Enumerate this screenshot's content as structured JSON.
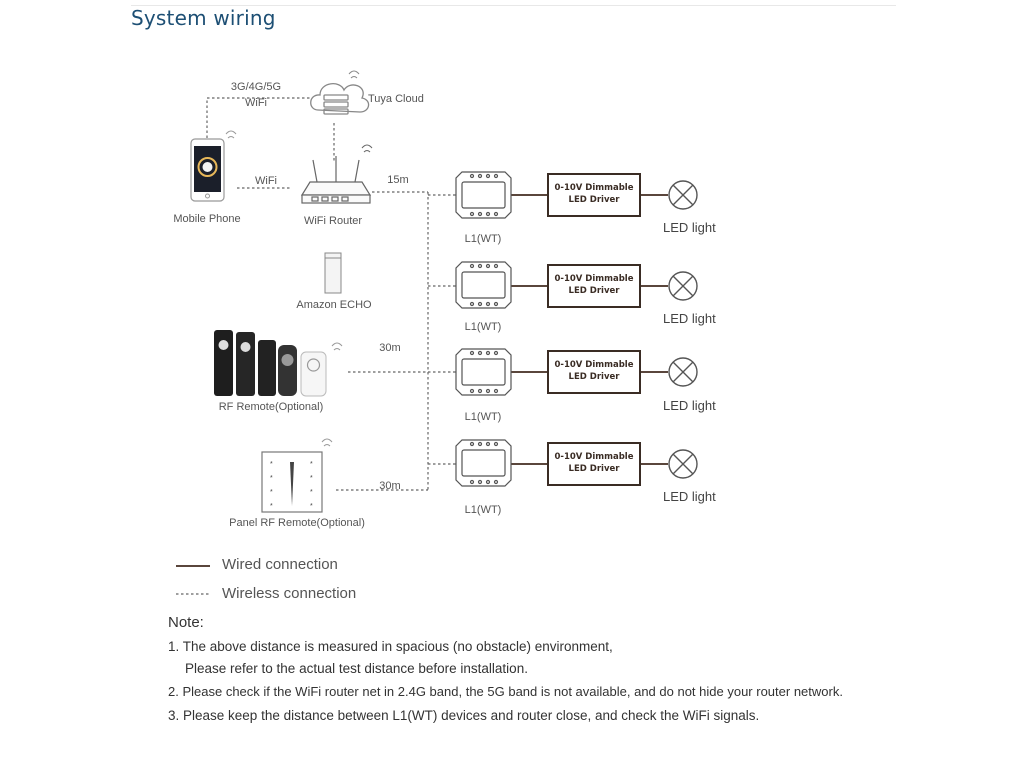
{
  "title": "System wiring",
  "labels": {
    "network": "3G/4G/5G",
    "network_wifi": "WiFi",
    "cloud": "Tuya Cloud",
    "phone_wifi": "WiFi",
    "phone": "Mobile Phone",
    "router": "WiFi Router",
    "echo": "Amazon ECHO",
    "rf_remote": "RF Remote(Optional)",
    "panel_remote": "Panel RF Remote(Optional)"
  },
  "distances": {
    "router": "15m",
    "rf_remote": "30m",
    "panel_remote": "30m"
  },
  "units": [
    {
      "device": "L1(WT)",
      "driver_line1": "0-10V Dimmable",
      "driver_line2": "LED Driver",
      "light": "LED light"
    },
    {
      "device": "L1(WT)",
      "driver_line1": "0-10V Dimmable",
      "driver_line2": "LED Driver",
      "light": "LED light"
    },
    {
      "device": "L1(WT)",
      "driver_line1": "0-10V Dimmable",
      "driver_line2": "LED Driver",
      "light": "LED light"
    },
    {
      "device": "L1(WT)",
      "driver_line1": "0-10V Dimmable",
      "driver_line2": "LED Driver",
      "light": "LED light"
    }
  ],
  "legend": {
    "wired": "Wired connection",
    "wireless": "Wireless connection"
  },
  "notes": {
    "heading": "Note:",
    "line1": "1. The above distance is measured in spacious (no obstacle) environment,",
    "line1b": "Please refer to the actual test distance before installation.",
    "line2": "2. Please check if the WiFi router net in 2.4G band, the 5G band is not available, and do not hide your router network.",
    "line3": "3. Please keep the distance between L1(WT) devices and router close, and check the WiFi signals."
  },
  "colors": {
    "title": "#1d4f74",
    "wired": "#5a463c",
    "wireless": "#666666",
    "driver_border": "#3a2c24"
  },
  "icons": [
    "cloud-icon",
    "phone-icon",
    "router-icon",
    "echo-icon",
    "rf-remote-icon",
    "panel-remote-icon",
    "controller-icon",
    "lamp-icon",
    "wifi-signal-icon"
  ]
}
